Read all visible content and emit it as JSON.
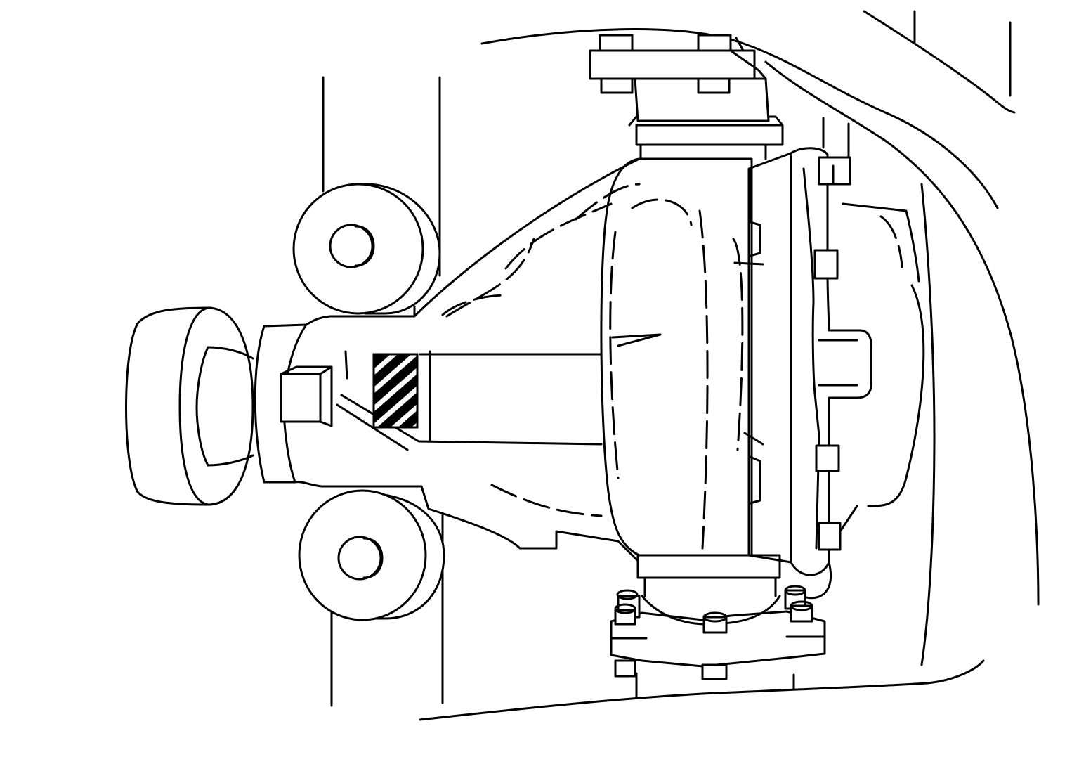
{
  "diagram": {
    "subject": "",
    "colors": {
      "line": "#000000",
      "background": "#ffffff",
      "highlight_hatch": "#000000"
    },
    "components": [
      "vehicle-body-outline",
      "support-member",
      "front-mount-bushing",
      "rear-mount-bushing",
      "companion-flange",
      "propeller-shaft-flange",
      "differential-carrier",
      "differential-cover",
      "drive-shaft-flange",
      "hatched-label-area"
    ]
  }
}
